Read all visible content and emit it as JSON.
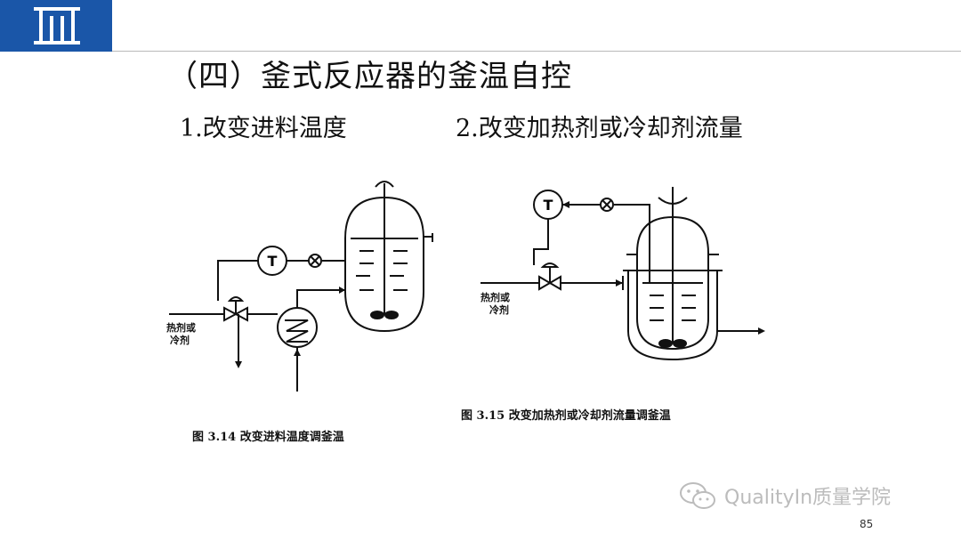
{
  "header": {
    "brand_color": "#1a56a8"
  },
  "title": "（四）釜式反应器的釜温自控",
  "left": {
    "subtitle": "1.改变进料温度",
    "instrument_label": "T",
    "inlet_label_line1": "热剂或",
    "inlet_label_line2": "冷剂",
    "caption": "图 3.14   改变进料温度调釜温"
  },
  "right": {
    "subtitle": "2.改变加热剂或冷却剂流量",
    "instrument_label": "T",
    "inlet_label_line1": "热剂或",
    "inlet_label_line2": "冷剂",
    "caption": "图 3.15   改变加热剂或冷却剂流量调釜温"
  },
  "footer": {
    "watermark": "QualityIn质量学院",
    "page_number": "85"
  }
}
